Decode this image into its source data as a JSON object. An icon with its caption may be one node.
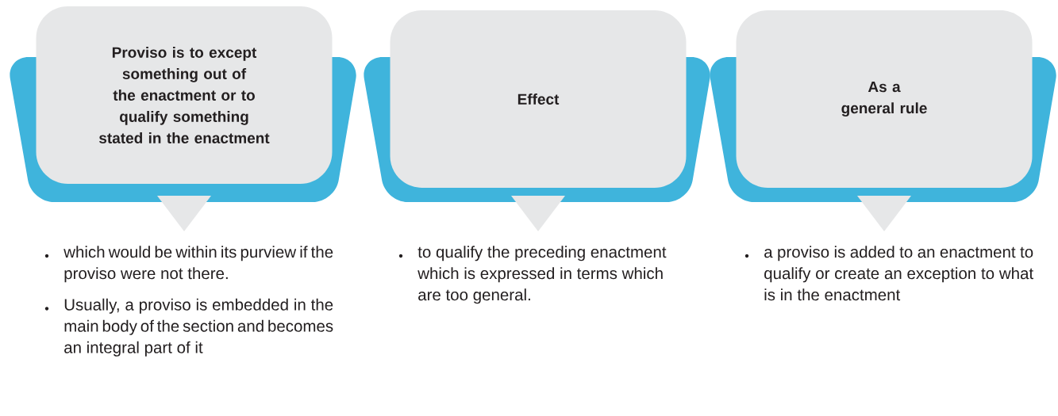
{
  "diagram": {
    "nodes": [
      {
        "text": [
          "Proviso is to except something out of the enactment or to qualify something stated in the enactment"
        ],
        "beside": [
          "which would be within its purview if the proviso were not there.",
          "Usually, a proviso is embedded in the main body of the section and becomes an integral part of it"
        ]
      },
      {
        "text": [
          "Effect"
        ],
        "beside": [
          "to qualify the preceding enactment which is expressed in terms which are too general."
        ]
      },
      {
        "text": [
          "As a general rule"
        ],
        "beside": [
          "a proviso is added to an enactment to qualify or create an exception to what is in the enactment"
        ]
      }
    ]
  }
}
